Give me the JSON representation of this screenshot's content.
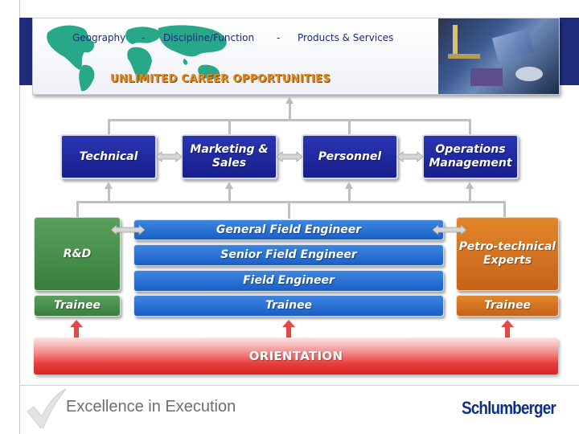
{
  "banner": {
    "item1": "Geography",
    "sep1": "-",
    "item2": "Discipline/Function",
    "sep2": "-",
    "item3": "Products & Services",
    "title": "UNLIMITED CAREER OPPORTUNITIES"
  },
  "management": {
    "technical": "Technical",
    "marketing_line1": "Marketing &",
    "marketing_line2": "Sales",
    "personnel": "Personnel",
    "operations_line1": "Operations",
    "operations_line2": "Management"
  },
  "career_track": {
    "rnd": "R&D",
    "rnd_trainee": "Trainee",
    "general_field_engineer": "General Field Engineer",
    "senior_field_engineer": "Senior Field Engineer",
    "field_engineer": "Field Engineer",
    "field_trainee": "Trainee",
    "petro_line1": "Petro-technical",
    "petro_line2": "Experts",
    "petro_trainee": "Trainee"
  },
  "orientation": "ORIENTATION",
  "footer": {
    "tagline": "Excellence in Execution",
    "logo": "Schlumberger"
  },
  "colors": {
    "navy": "#1f2c7a",
    "field_blue": "#2a72d6",
    "rnd_green": "#4a8f4e",
    "petro_orange": "#d5731f",
    "orientation_red": "#e03030",
    "banner_title_orange": "#e08a22"
  }
}
